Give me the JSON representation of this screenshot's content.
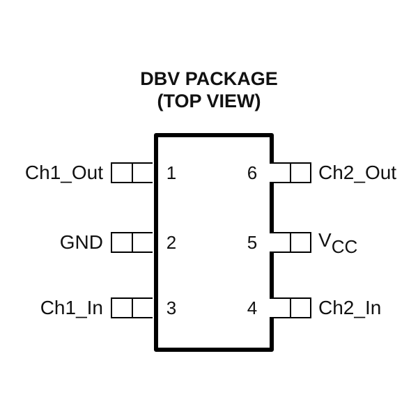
{
  "title": {
    "line1": "DBV PACKAGE",
    "line2": "(TOP VIEW)"
  },
  "pins": [
    {
      "number": "1",
      "name": "Ch1_Out",
      "side": "left"
    },
    {
      "number": "2",
      "name": "GND",
      "side": "left"
    },
    {
      "number": "3",
      "name": "Ch1_In",
      "side": "left"
    },
    {
      "number": "4",
      "name": "Ch2_In",
      "side": "right"
    },
    {
      "number": "5",
      "name": "V",
      "name_sub": "CC",
      "side": "right"
    },
    {
      "number": "6",
      "name": "Ch2_Out",
      "side": "right"
    }
  ]
}
